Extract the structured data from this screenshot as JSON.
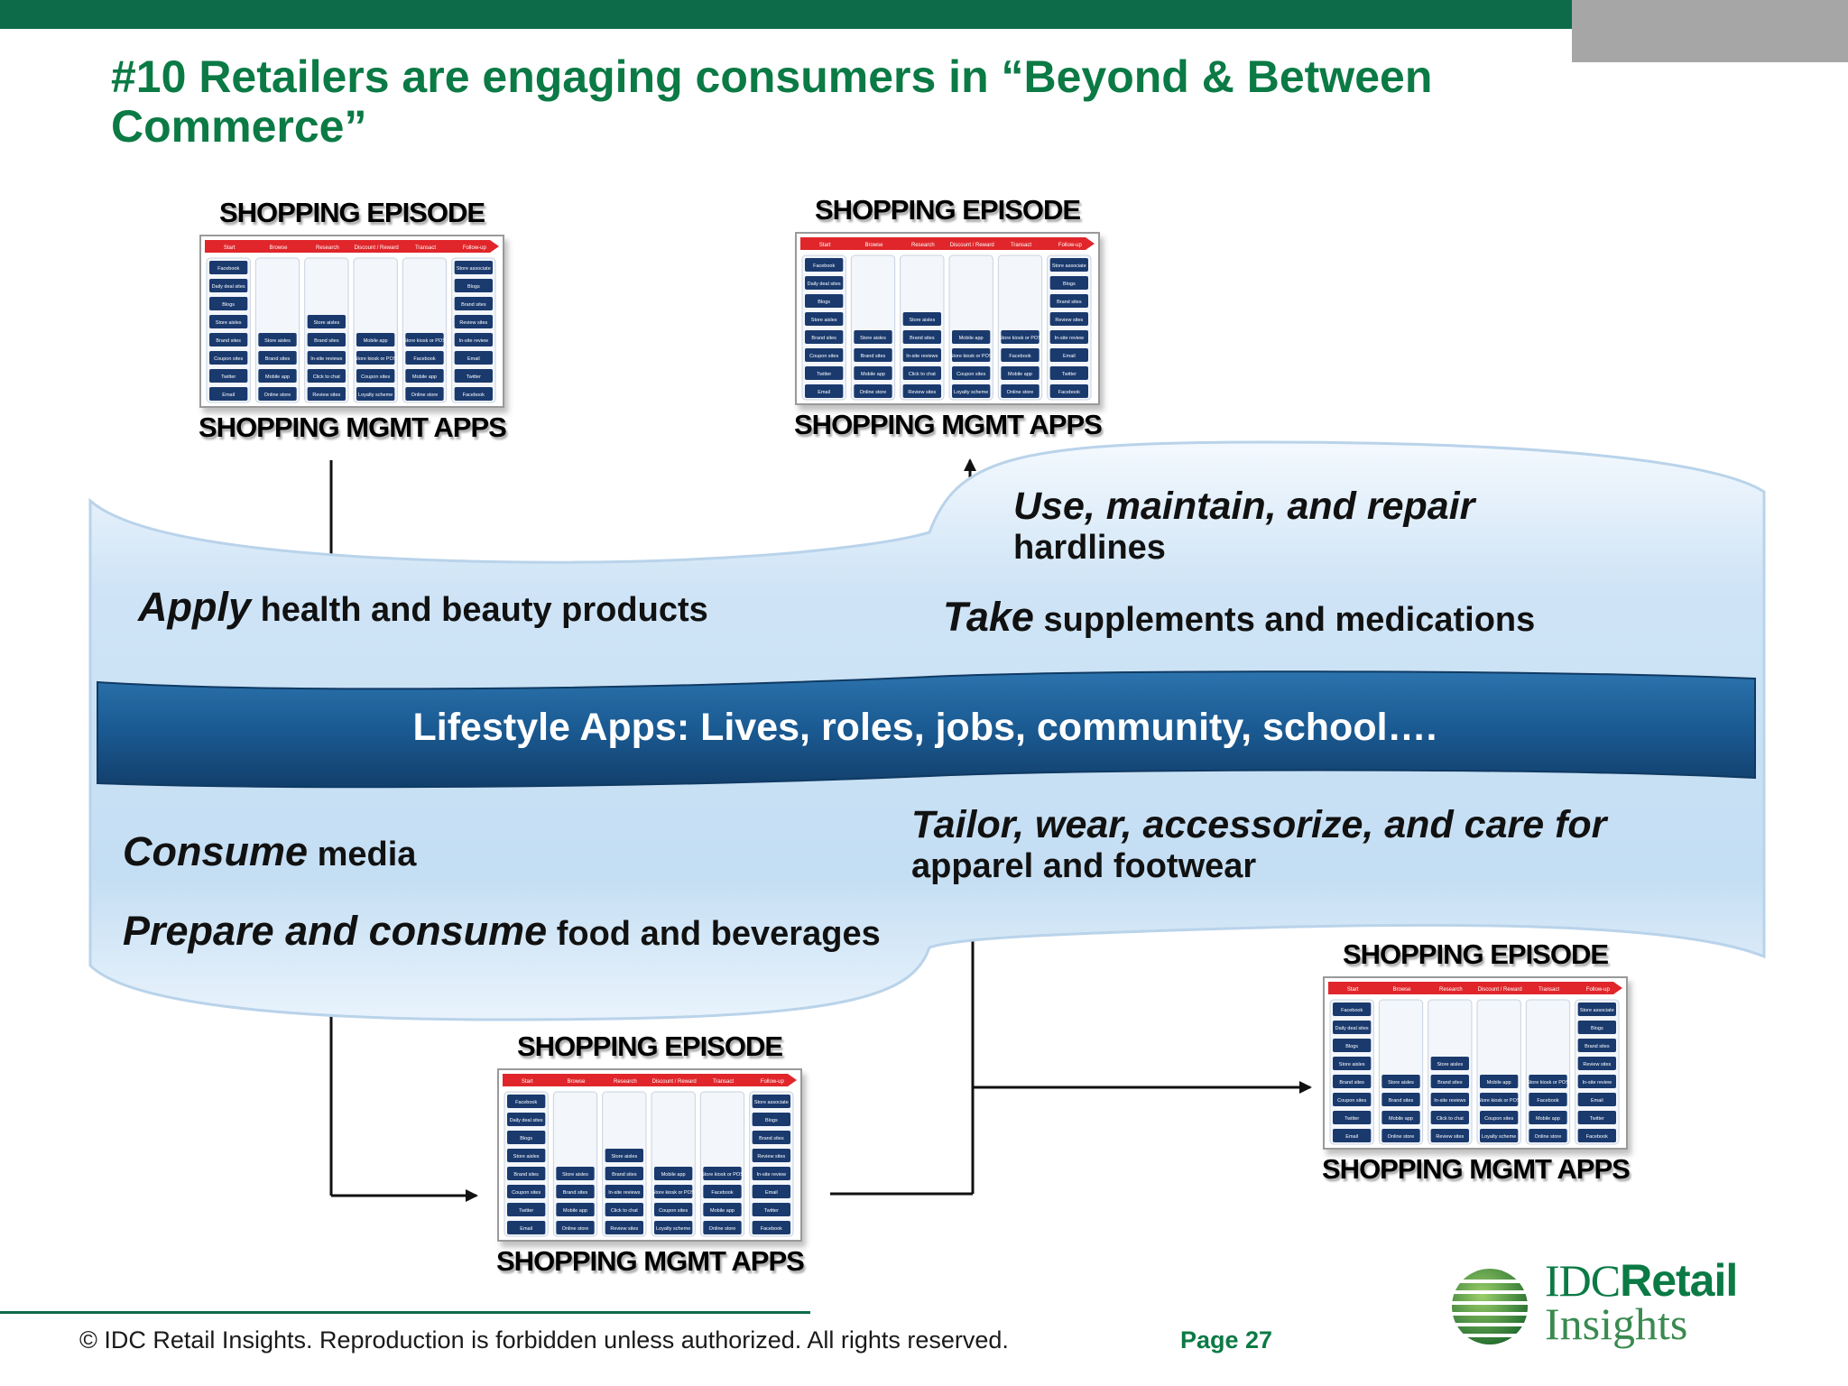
{
  "title": "#10 Retailers are engaging consumers in “Beyond & Between Commerce”",
  "episode": {
    "head": "SHOPPING EPISODE",
    "foot": "SHOPPING MGMT APPS",
    "stages": [
      "Start",
      "Browse",
      "Research",
      "Discount / Reward",
      "Transact",
      "Follow-up"
    ],
    "columns": [
      [
        "Facebook",
        "Daily deal sites",
        "Blogs",
        "Store aisles",
        "Brand sites",
        "Coupon sites",
        "Twitter",
        "Email"
      ],
      [
        "Store aisles",
        "Brand sites",
        "Mobile app",
        "Online store"
      ],
      [
        "Store aisles",
        "Brand sites",
        "In-site reviews",
        "Click to chat",
        "Review sites"
      ],
      [
        "Mobile app",
        "Store kiosk or POS",
        "Coupon sites",
        "Loyalty scheme"
      ],
      [
        "Store kiosk or POS",
        "Facebook",
        "Mobile app",
        "Online store"
      ],
      [
        "Store associate",
        "Blogs",
        "Brand sites",
        "Review sites",
        "In-site review",
        "Email",
        "Twitter",
        "Facebook"
      ]
    ]
  },
  "upper_band": {
    "left_verb": "Apply",
    "left_rest": " health and beauty products",
    "right1_verb": "Use, maintain, and repair",
    "right1_rest": "hardlines",
    "right2_verb": "Take",
    "right2_rest": " supplements and medications"
  },
  "middle_band": {
    "label": "Lifestyle Apps: Lives, roles, jobs, community, school…."
  },
  "lower_band": {
    "left1_verb": "Consume",
    "left1_rest": " media",
    "left2_verb": "Prepare and consume",
    "left2_rest": " food and beverages",
    "right_verb": "Tailor, wear, accessorize, and care for",
    "right_rest": "apparel and footwear"
  },
  "footer": {
    "copyright": "© IDC Retail Insights. Reproduction is forbidden unless authorized. All rights reserved.",
    "page": "Page 27"
  },
  "logo": {
    "idc": "IDC",
    "retail": "Retail",
    "insights": "Insights"
  },
  "colors": {
    "title_green": "#0b7a45",
    "band_blue": "#1b5d95",
    "cloud_light": "#cde3f5"
  }
}
